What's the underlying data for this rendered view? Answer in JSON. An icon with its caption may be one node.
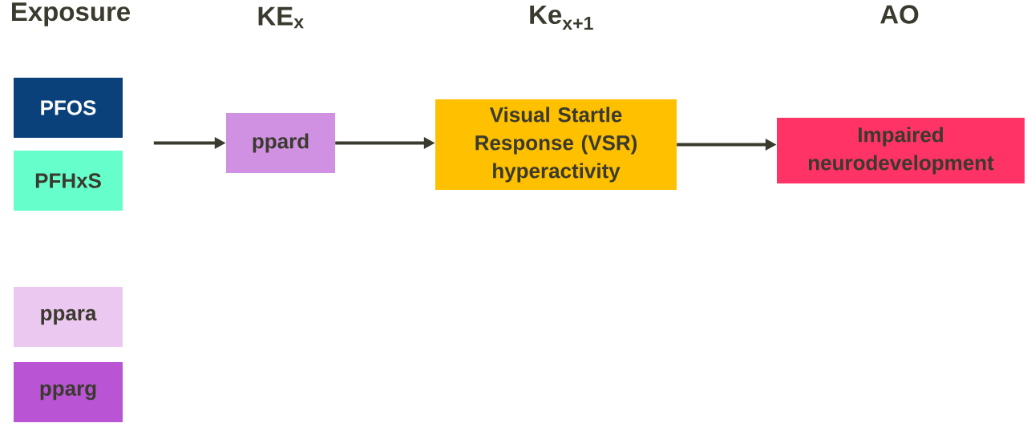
{
  "diagram": {
    "nodes": [
      {
        "text": [
          "PFOS"
        ]
      },
      {
        "text": [
          "PFHxS"
        ]
      },
      {
        "text": [
          "ppard"
        ]
      },
      {
        "text": [
          "Visual Startle Response (VSR) hyperactivity"
        ]
      },
      {
        "text": [
          "Impaired neurodevelopment"
        ]
      },
      {
        "text": [
          "ppara"
        ]
      },
      {
        "text": [
          "pparg"
        ]
      }
    ],
    "edges": [
      {
        "from": null,
        "to": 2,
        "arrow": "to"
      },
      {
        "from": 2,
        "to": 3,
        "arrow": "to"
      },
      {
        "from": 3,
        "to": 4,
        "arrow": "to"
      }
    ],
    "labels": [
      "Exposure",
      "KE$_{x}$",
      "Ke$_{x+1}$",
      "AO"
    ]
  }
}
